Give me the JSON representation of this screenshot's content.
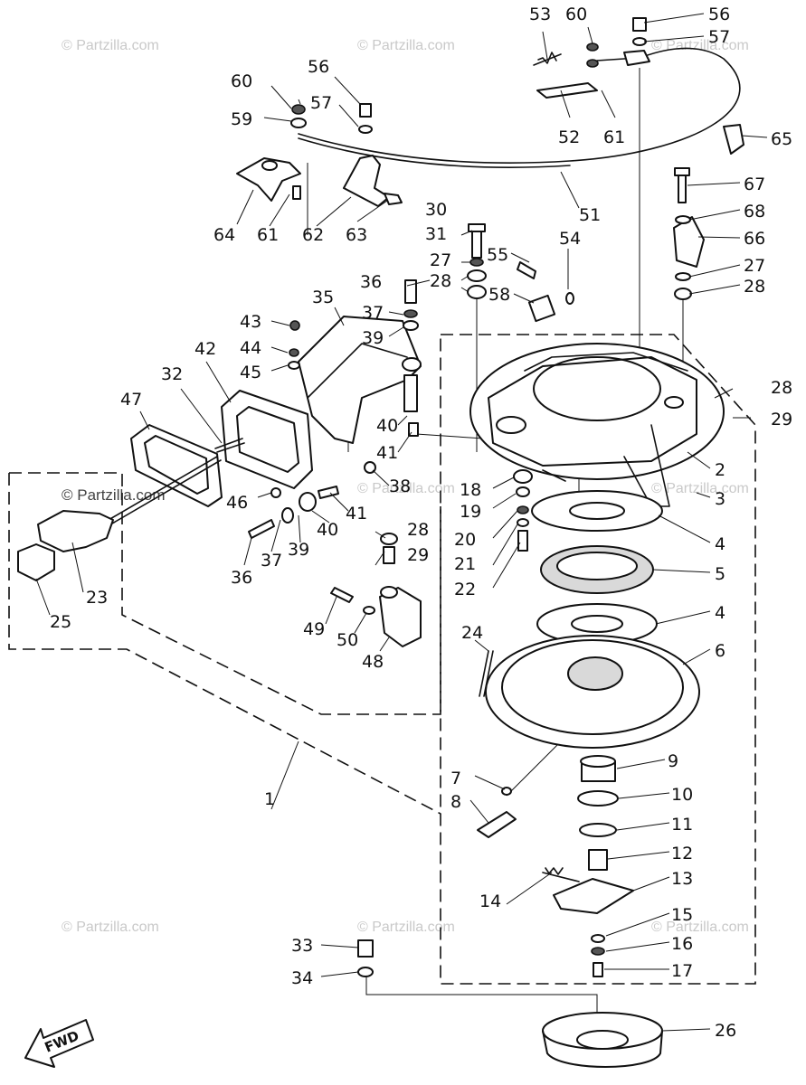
{
  "watermark": "© Partzilla.com",
  "fwd_label": "FWD",
  "part_numbers": {
    "p1": "1",
    "p2": "2",
    "p3": "3",
    "p4a": "4",
    "p4b": "4",
    "p5": "5",
    "p6": "6",
    "p7": "7",
    "p8": "8",
    "p9": "9",
    "p10": "10",
    "p11": "11",
    "p12": "12",
    "p13": "13",
    "p14": "14",
    "p15": "15",
    "p16": "16",
    "p17": "17",
    "p18": "18",
    "p19": "19",
    "p20": "20",
    "p21": "21",
    "p22": "22",
    "p23": "23",
    "p24": "24",
    "p25": "25",
    "p26": "26",
    "p27a": "27",
    "p27b": "27",
    "p28a": "28",
    "p28b": "28",
    "p28c": "28",
    "p28d": "28",
    "p29a": "29",
    "p29b": "29",
    "p30": "30",
    "p31": "31",
    "p32": "32",
    "p33": "33",
    "p34": "34",
    "p35": "35",
    "p36a": "36",
    "p36b": "36",
    "p37a": "37",
    "p37b": "37",
    "p38": "38",
    "p39a": "39",
    "p39b": "39",
    "p40a": "40",
    "p40b": "40",
    "p41a": "41",
    "p41b": "41",
    "p42": "42",
    "p43": "43",
    "p44": "44",
    "p45": "45",
    "p46": "46",
    "p47": "47",
    "p48": "48",
    "p49": "49",
    "p50": "50",
    "p51": "51",
    "p52": "52",
    "p53": "53",
    "p54": "54",
    "p55": "55",
    "p56a": "56",
    "p56b": "56",
    "p57a": "57",
    "p57b": "57",
    "p58": "58",
    "p59": "59",
    "p60a": "60",
    "p60b": "60",
    "p61a": "61",
    "p61b": "61",
    "p62": "62",
    "p63": "63",
    "p64": "64",
    "p65": "65",
    "p66": "66",
    "p67": "67",
    "p68": "68"
  }
}
